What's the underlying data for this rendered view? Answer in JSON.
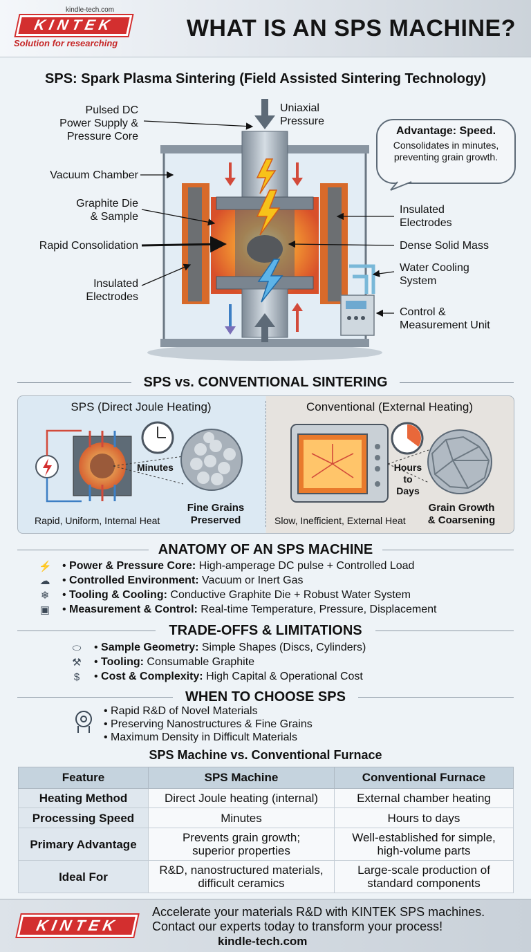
{
  "header": {
    "site": "kindle-tech.com",
    "brand": "KINTEK",
    "tagline": "Solution for researching",
    "title": "WHAT IS AN SPS MACHINE?"
  },
  "diagram": {
    "subtitle": "SPS: Spark Plasma Sintering (Field Assisted Sintering Technology)",
    "left_labels": [
      "Pulsed DC\nPower Supply &\nPressure Core",
      "Vacuum Chamber",
      "Graphite Die\n& Sample",
      "Rapid Consolidation",
      "Insulated\nElectrodes"
    ],
    "top_label": "Uniaxial\nPressure",
    "right_labels": [
      "Insulated\nElectrodes",
      "Dense Solid Mass",
      "Water Cooling\nSystem",
      "Control &\nMeasurement Unit"
    ],
    "callout_title": "Advantage: Speed.",
    "callout_text": "Consolidates in minutes,\npreventing grain growth."
  },
  "comparison": {
    "title": "SPS vs. CONVENTIONAL SINTERING",
    "sps_title": "SPS (Direct Joule Heating)",
    "sps_time": "Minutes",
    "sps_result": "Fine Grains\nPreserved",
    "sps_caption": "Rapid, Uniform, Internal Heat",
    "conv_title": "Conventional (External Heating)",
    "conv_time": "Hours\nto Days",
    "conv_result": "Grain Growth\n& Coarsening",
    "conv_caption": "Slow, Inefficient, External Heat"
  },
  "anatomy": {
    "title": "ANATOMY OF AN SPS MACHINE",
    "items": [
      {
        "icon": "power-icon",
        "glyph": "⚡",
        "label": "Power & Pressure Core:",
        "text": " High-amperage DC pulse + Controlled Load"
      },
      {
        "icon": "cloud-icon",
        "glyph": "☁",
        "label": "Controlled Environment:",
        "text": " Vacuum or Inert Gas"
      },
      {
        "icon": "snowflake-icon",
        "glyph": "❄",
        "label": "Tooling & Cooling:",
        "text": " Conductive Graphite Die + Robust Water System"
      },
      {
        "icon": "gauge-icon",
        "glyph": "▣",
        "label": "Measurement & Control:",
        "text": " Real-time Temperature, Pressure, Displacement"
      }
    ]
  },
  "tradeoffs": {
    "title": "TRADE-OFFS & LIMITATIONS",
    "items": [
      {
        "icon": "disc-icon",
        "glyph": "⬭",
        "label": "Sample Geometry:",
        "text": " Simple Shapes (Discs, Cylinders)"
      },
      {
        "icon": "tools-icon",
        "glyph": "⚒",
        "label": "Tooling:",
        "text": " Consumable Graphite"
      },
      {
        "icon": "money-bag-icon",
        "glyph": "$",
        "label": "Cost & Complexity:",
        "text": " High Capital & Operational Cost"
      }
    ]
  },
  "choose": {
    "title": "WHEN TO CHOOSE SPS",
    "items": [
      "Rapid R&D of Novel Materials",
      "Preserving Nanostructures & Fine Grains",
      "Maximum Density in Difficult Materials"
    ]
  },
  "table": {
    "title": "SPS Machine vs. Conventional Furnace",
    "headers": [
      "Feature",
      "SPS Machine",
      "Conventional Furnace"
    ],
    "rows": [
      [
        "Heating Method",
        "Direct Joule heating (internal)",
        "External chamber heating"
      ],
      [
        "Processing Speed",
        "Minutes",
        "Hours to days"
      ],
      [
        "Primary Advantage",
        "Prevents grain growth;\nsuperior properties",
        "Well-established for simple,\nhigh-volume parts"
      ],
      [
        "Ideal For",
        "R&D, nanostructured materials,\ndifficult ceramics",
        "Large-scale production of\nstandard components"
      ]
    ]
  },
  "footer": {
    "brand": "KINTEK",
    "line1": "Accelerate your materials R&D with KINTEK SPS machines.",
    "line2": "Contact our experts today to transform your process!",
    "url": "kindle-tech.com"
  },
  "colors": {
    "brand_red": "#d32f2f",
    "heat_orange": "#f08a24",
    "cool_blue": "#3d7fc4"
  }
}
